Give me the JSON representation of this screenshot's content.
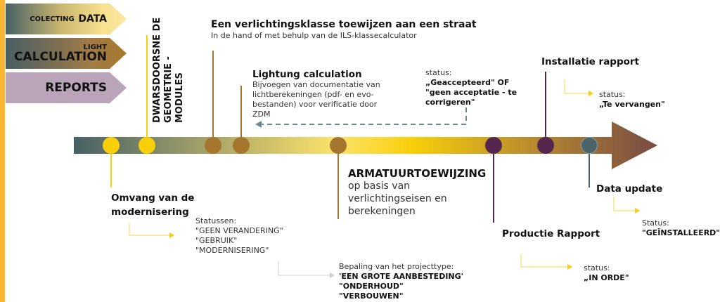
{
  "legend": {
    "collecting_small": "COLECTING",
    "collecting_big": "DATA",
    "light_small": "LIGHT",
    "light_big": "CALCULATION",
    "reports": "REPORTS"
  },
  "colors": {
    "yellow": "#f8cf09",
    "brown": "#a5772e",
    "purple": "#55264e",
    "teal": "#4b6469",
    "orange": "#fbb731"
  },
  "steps": {
    "dwars": "DWARSDOORSNE DE GEOMETRIE - MODULES",
    "klasse_title": "Een verlichtingsklasse toewijzen aan een straat",
    "klasse_sub": "In de hand of met behulp van de ILS-klassecalculator",
    "lightcalc_title": "Lightung calculation",
    "lightcalc_body": "Bijvoegen van documentatie van lichtberekeningen (pdf- en evo-bestanden) voor verificatie door ZDM",
    "review_status_label": "status:",
    "review_status": "„Geaccepteerd\" OF \"geen acceptatie - te corrigeren\"",
    "install_title": "Installatie rapport",
    "install_status_label": "status:",
    "install_status": "„Te vervangen\"",
    "omvang_title": "Omvang van de modernisering",
    "omvang_status_label": "Statussen:",
    "omvang_s1": "\"GEEN VERANDERING\"",
    "omvang_s2": "\"GEBRUIK\"",
    "omvang_s3": "\"MODERNISERING\"",
    "projecttype_label": "Bepaling van het projecttype:",
    "projecttype_1": "'EEN GROTE AANBESTEDING'",
    "projecttype_2": "\"ONDERHOUD\"",
    "projecttype_3": "\"VERBOUWEN\"",
    "armatuur_title": "ARMATUURTOEWIJZING",
    "armatuur_body": "op basis van verlichtingseisen en berekeningen",
    "productie_title": "Productie Rapport",
    "productie_status_label": "status:",
    "productie_status": "„IN ORDE\"",
    "data_title": "Data update",
    "data_status_label": "Status:",
    "data_status": "\"GEÏNSTALLEERD\""
  }
}
